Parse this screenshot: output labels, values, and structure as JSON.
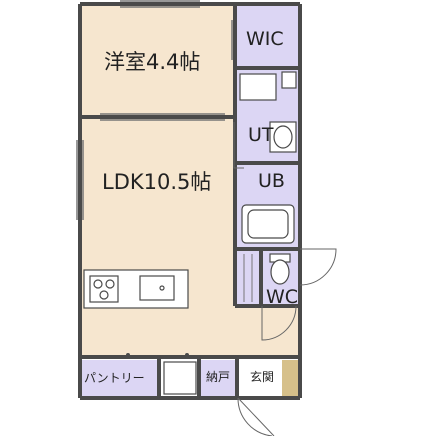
{
  "rooms": {
    "western_room": "洋室4.4帖",
    "ldk": "LDK10.5帖",
    "wic": "WIC",
    "ut": "UT",
    "ub": "UB",
    "wc": "WC",
    "pantry": "パントリー",
    "closet": "納戸",
    "entrance": "玄関"
  },
  "colors": {
    "wall": "#4a4a4a",
    "room_fill": "#f6e6cf",
    "wet_fill": "#dcd6f4",
    "fixture_fill": "#ffffff",
    "entrance_step": "#d6c08a"
  }
}
